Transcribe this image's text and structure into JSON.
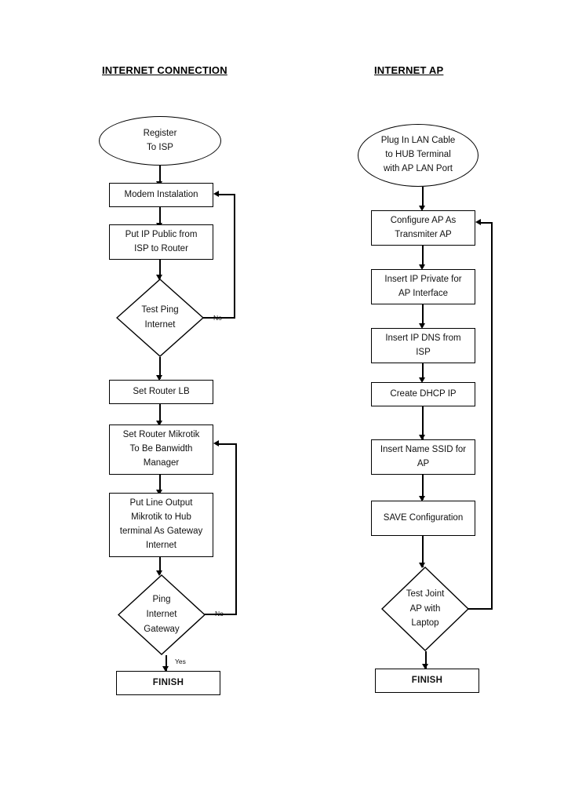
{
  "document": {
    "kind": "flowchart",
    "columns": [
      {
        "id": "internet-connection",
        "title": "INTERNET CONNECTION",
        "nodes": [
          {
            "id": "register-isp",
            "shape": "oval",
            "lines": [
              "Register",
              "To ISP"
            ]
          },
          {
            "id": "modem-instalation",
            "shape": "box",
            "lines": [
              "Modem Instalation"
            ]
          },
          {
            "id": "put-ip-public",
            "shape": "box",
            "lines": [
              "Put IP Public from",
              "ISP to Router"
            ]
          },
          {
            "id": "test-ping-internet",
            "shape": "diamond",
            "lines": [
              "Test Ping",
              "Internet"
            ]
          },
          {
            "id": "set-router-lb",
            "shape": "box",
            "lines": [
              "Set Router LB"
            ]
          },
          {
            "id": "set-router-mikrotik",
            "shape": "box",
            "lines": [
              "Set Router Mikrotik",
              "To Be Banwidth",
              "Manager"
            ]
          },
          {
            "id": "put-line-output",
            "shape": "box",
            "lines": [
              "Put Line Output",
              "Mikrotik to Hub",
              "terminal As Gateway",
              "Internet"
            ]
          },
          {
            "id": "ping-internet-gateway",
            "shape": "diamond",
            "lines": [
              "Ping",
              "Internet",
              "Gateway"
            ]
          },
          {
            "id": "finish-left",
            "shape": "terminator",
            "lines": [
              "FINISH"
            ]
          }
        ],
        "edge_labels": {
          "test_ping_no": "No",
          "ping_gateway_no": "No",
          "ping_gateway_yes": "Yes"
        }
      },
      {
        "id": "internet-ap",
        "title": "INTERNET AP",
        "nodes": [
          {
            "id": "plug-lan-cable",
            "shape": "oval",
            "lines": [
              "Plug In LAN Cable",
              "to HUB Terminal",
              "with AP LAN Port"
            ]
          },
          {
            "id": "configure-ap",
            "shape": "box",
            "lines": [
              "Configure AP As",
              "Transmiter AP"
            ]
          },
          {
            "id": "insert-ip-private",
            "shape": "box",
            "lines": [
              "Insert IP Private for",
              "AP Interface"
            ]
          },
          {
            "id": "insert-ip-dns",
            "shape": "box",
            "lines": [
              "Insert IP DNS from",
              "ISP"
            ]
          },
          {
            "id": "create-dhcp-ip",
            "shape": "box",
            "lines": [
              "Create DHCP IP"
            ]
          },
          {
            "id": "insert-name-ssid",
            "shape": "box",
            "lines": [
              "Insert Name SSID for",
              "AP"
            ]
          },
          {
            "id": "save-configuration",
            "shape": "box",
            "lines": [
              "SAVE Configuration"
            ]
          },
          {
            "id": "test-joint-ap",
            "shape": "diamond",
            "lines": [
              "Test Joint",
              "AP with",
              "Laptop"
            ]
          },
          {
            "id": "finish-right",
            "shape": "terminator",
            "lines": [
              "FINISH"
            ]
          }
        ],
        "edge_labels": {}
      }
    ],
    "colors": {
      "stroke": "#000000",
      "background": "#ffffff",
      "text": "#111111"
    }
  }
}
